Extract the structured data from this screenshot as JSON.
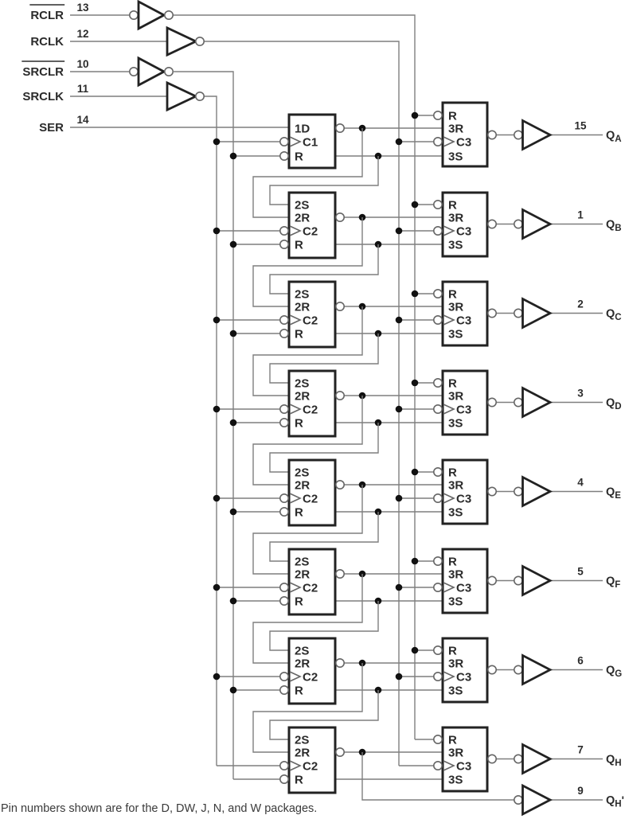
{
  "diagram": {
    "inputs": [
      {
        "label": "RCLR",
        "overline": true,
        "pin": "13",
        "buffer": "inverter-in-out-bubble",
        "rail": "rclr"
      },
      {
        "label": "RCLK",
        "overline": false,
        "pin": "12",
        "buffer": "inverter-out-bubble",
        "rail": "rclk"
      },
      {
        "label": "SRCLR",
        "overline": true,
        "pin": "10",
        "buffer": "inverter-in-out-bubble",
        "rail": "srclr"
      },
      {
        "label": "SRCLK",
        "overline": false,
        "pin": "11",
        "buffer": "inverter-out-bubble",
        "rail": "srclk"
      },
      {
        "label": "SER",
        "overline": false,
        "pin": "14",
        "buffer": "none",
        "rail": "none"
      }
    ],
    "stages": [
      {
        "name": "A",
        "shift_ports": [
          "1D",
          "C1",
          "R"
        ],
        "storage_ports": [
          "R",
          "3R",
          "C3",
          "3S"
        ],
        "output": {
          "pin": "15",
          "base": "Q",
          "sub": "A"
        }
      },
      {
        "name": "B",
        "shift_ports": [
          "2S",
          "2R",
          "C2",
          "R"
        ],
        "storage_ports": [
          "R",
          "3R",
          "C3",
          "3S"
        ],
        "output": {
          "pin": "1",
          "base": "Q",
          "sub": "B"
        }
      },
      {
        "name": "C",
        "shift_ports": [
          "2S",
          "2R",
          "C2",
          "R"
        ],
        "storage_ports": [
          "R",
          "3R",
          "C3",
          "3S"
        ],
        "output": {
          "pin": "2",
          "base": "Q",
          "sub": "C"
        }
      },
      {
        "name": "D",
        "shift_ports": [
          "2S",
          "2R",
          "C2",
          "R"
        ],
        "storage_ports": [
          "R",
          "3R",
          "C3",
          "3S"
        ],
        "output": {
          "pin": "3",
          "base": "Q",
          "sub": "D"
        }
      },
      {
        "name": "E",
        "shift_ports": [
          "2S",
          "2R",
          "C2",
          "R"
        ],
        "storage_ports": [
          "R",
          "3R",
          "C3",
          "3S"
        ],
        "output": {
          "pin": "4",
          "base": "Q",
          "sub": "E"
        }
      },
      {
        "name": "F",
        "shift_ports": [
          "2S",
          "2R",
          "C2",
          "R"
        ],
        "storage_ports": [
          "R",
          "3R",
          "C3",
          "3S"
        ],
        "output": {
          "pin": "5",
          "base": "Q",
          "sub": "F"
        }
      },
      {
        "name": "G",
        "shift_ports": [
          "2S",
          "2R",
          "C2",
          "R"
        ],
        "storage_ports": [
          "R",
          "3R",
          "C3",
          "3S"
        ],
        "output": {
          "pin": "6",
          "base": "Q",
          "sub": "G"
        }
      },
      {
        "name": "H",
        "shift_ports": [
          "2S",
          "2R",
          "C2",
          "R"
        ],
        "storage_ports": [
          "R",
          "3R",
          "C3",
          "3S"
        ],
        "output": {
          "pin": "7",
          "base": "Q",
          "sub": "H"
        }
      }
    ],
    "serial_output": {
      "pin": "9",
      "base": "Q",
      "sub": "H",
      "prime": "'"
    },
    "footnote": "Pin numbers shown are for the D, DW, J, N, and W packages.",
    "colors": {
      "background": "#ffffff",
      "wire": "#7f7f7f",
      "component": "#222222",
      "bubble_stroke": "#666666",
      "dot": "#111111",
      "text": "#2b2b2b"
    }
  }
}
